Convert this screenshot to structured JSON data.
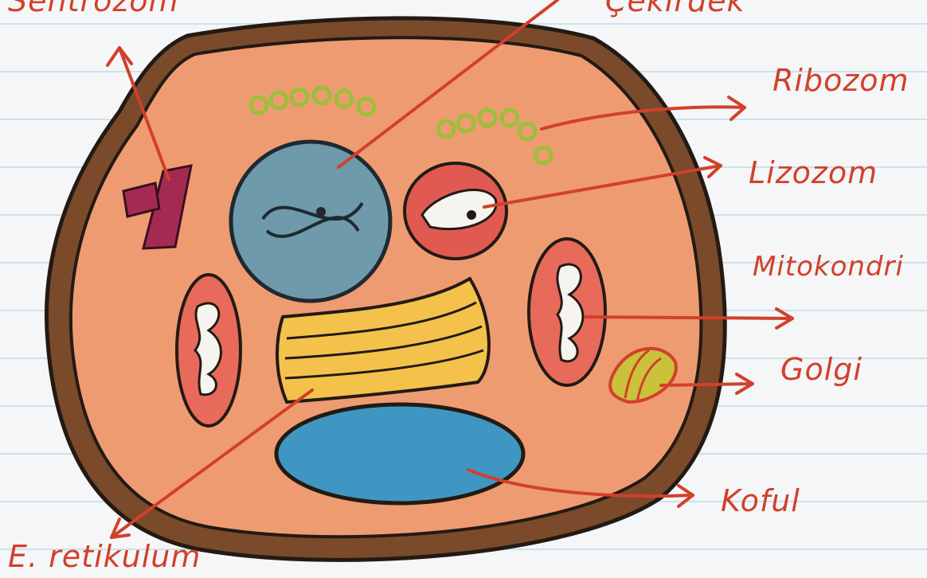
{
  "labels": {
    "top_left": "Sentrozom",
    "top_right": "Çekirdek",
    "ribozom": "Ribozom",
    "lizozom": "Lizozom",
    "mitokondri": "Mitokondri",
    "golgi": "Golgi",
    "koful": "Koful",
    "e_retikulum": "E. retikulum"
  },
  "colors": {
    "cytoplasm": "#ef9b72",
    "membrane": "#5a3a23",
    "nucleus": "#6f9aab",
    "vacuole": "#3f96c2",
    "golgi_er": "#f4c24a",
    "ribosome": "#9bbf3a",
    "organelle_red": "#e05a52",
    "label_red": "#d2402a",
    "paper_line": "#cfe1ea"
  }
}
